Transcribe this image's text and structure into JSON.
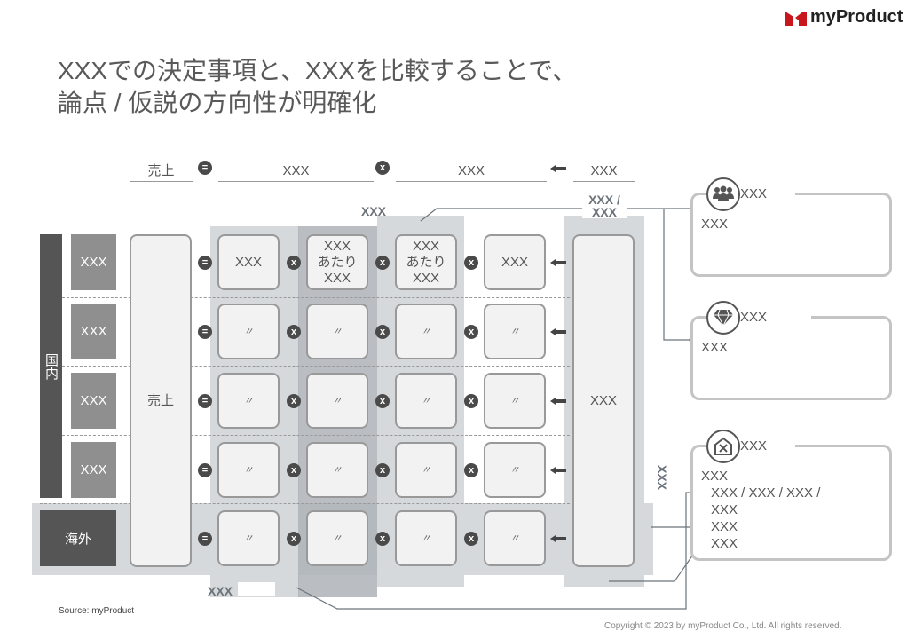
{
  "logo": {
    "text": "myProduct",
    "brand_color": "#c8161d"
  },
  "title": {
    "line1": "XXXでの決定事項と、XXXを比較することで、",
    "line2": "論点 / 仮説の方向性が明確化"
  },
  "formula": {
    "sales": "売上",
    "term1": "XXX",
    "term2": "XXX",
    "term3": "XXX",
    "equals": "=",
    "times": "x"
  },
  "annotations": {
    "top_center": "XXX",
    "top_right": "XXX / XXX",
    "bottom_left": "XXX",
    "vertical_right": "XXX"
  },
  "left": {
    "domestic": "国内",
    "overseas": "海外",
    "rows": [
      "XXX",
      "XXX",
      "XXX",
      "XXX"
    ]
  },
  "sales_card": "売上",
  "grid": {
    "header": [
      "XXX",
      "XXX\nあたり\nXXX",
      "XXX\nあたり\nXXX",
      "XXX"
    ],
    "ditto": "〃"
  },
  "result_card": "XXX",
  "right_boxes": [
    {
      "icon": "people-icon",
      "title": "XXX",
      "lines": [
        "XXX"
      ]
    },
    {
      "icon": "diamond-icon",
      "title": "XXX",
      "lines": [
        "XXX"
      ]
    },
    {
      "icon": "house-tools-icon",
      "title": "XXX",
      "lines": [
        "XXX",
        "XXX / XXX / XXX /",
        "XXX",
        "XXX",
        "XXX"
      ]
    }
  ],
  "footer": {
    "source": "Source: myProduct",
    "copyright": "Copyright © 2023 by myProduct Co., Ltd.  All rights reserved."
  }
}
